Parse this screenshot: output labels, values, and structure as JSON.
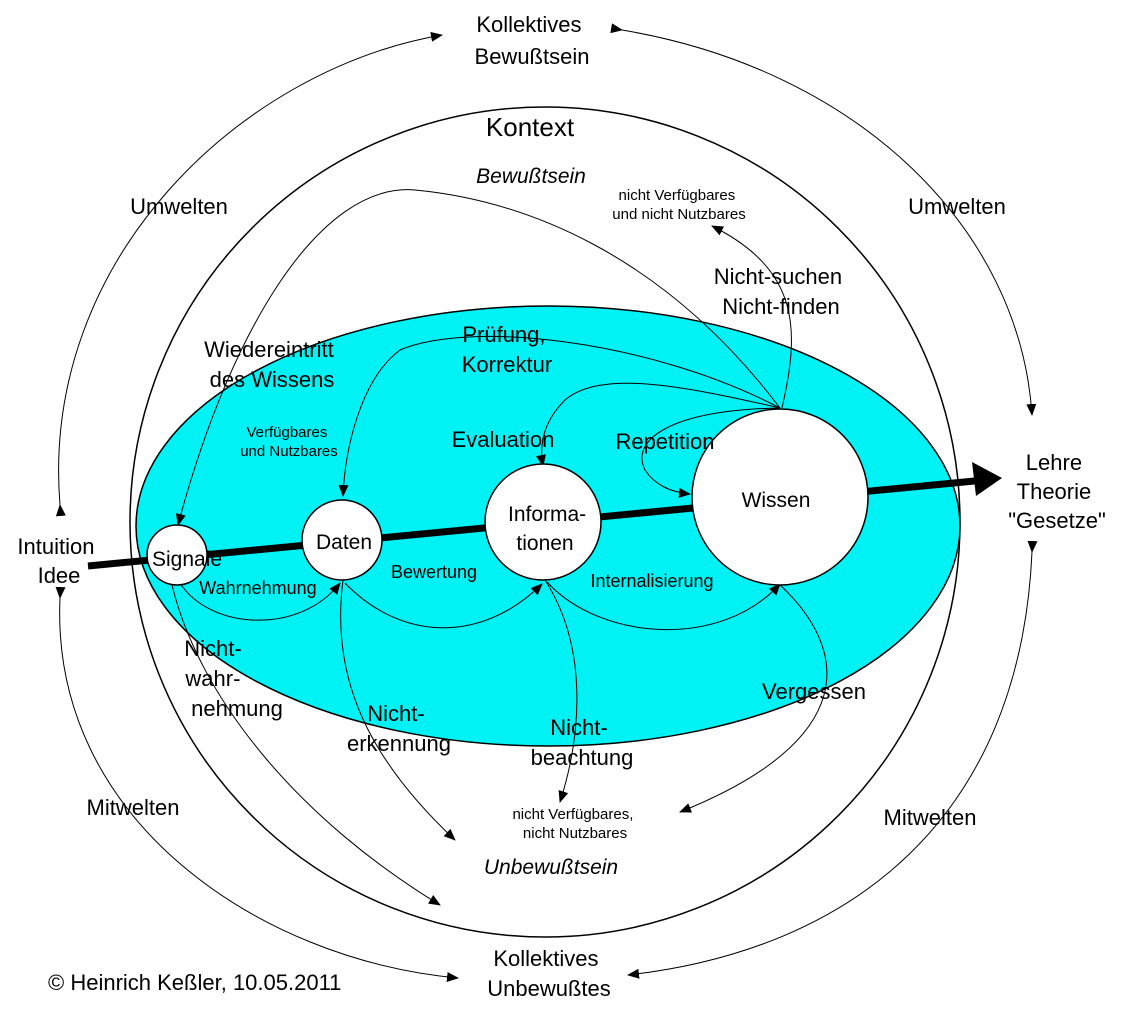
{
  "colors": {
    "ellipse_fill": "#00f2f4",
    "stroke": "#000000",
    "background": "#ffffff"
  },
  "labels": {
    "kollektives_bewusstsein": [
      "Kollektives",
      "Bewußtsein"
    ],
    "kontext": "Kontext",
    "bewusstsein": "Bewußtsein",
    "umwelten_left": "Umwelten",
    "umwelten_right": "Umwelten",
    "nicht_verfuegbares_top": [
      "nicht Verfügbares",
      "und nicht Nutzbares"
    ],
    "nicht_suchen": [
      "Nicht-suchen",
      "Nicht-finden"
    ],
    "wiedereintritt": [
      "Wiedereintritt",
      "des Wissens"
    ],
    "pruefung": [
      "Prüfung,",
      "Korrektur"
    ],
    "verfuegbares": [
      "Verfügbares",
      "und Nutzbares"
    ],
    "evaluation": "Evaluation",
    "repetition": "Repetition",
    "intuition": [
      "Intuition",
      "Idee"
    ],
    "lehre": [
      "Lehre",
      "Theorie",
      "\"Gesetze\""
    ],
    "wahrnehmung": "Wahrnehmung",
    "bewertung": "Bewertung",
    "internalisierung": "Internalisierung",
    "nicht_wahrnehmung": [
      "Nicht-",
      "wahr-",
      "nehmung"
    ],
    "nicht_erkennung": [
      "Nicht-",
      "erkennung"
    ],
    "nicht_beachtung": [
      "Nicht-",
      "beachtung"
    ],
    "vergessen": "Vergessen",
    "nicht_verfuegbares_bottom": [
      "nicht Verfügbares,",
      "nicht Nutzbares"
    ],
    "unbewusstsein": "Unbewußtsein",
    "mitwelten_left": "Mitwelten",
    "mitwelten_right": "Mitwelten",
    "kollektives_unbewusstes": [
      "Kollektives",
      "Unbewußtes"
    ],
    "copyright": "© Heinrich Keßler, 10.05.2011"
  },
  "nodes": {
    "signale": "Signale",
    "daten": "Daten",
    "informationen": [
      "Informa-",
      "tionen"
    ],
    "wissen": "Wissen"
  }
}
